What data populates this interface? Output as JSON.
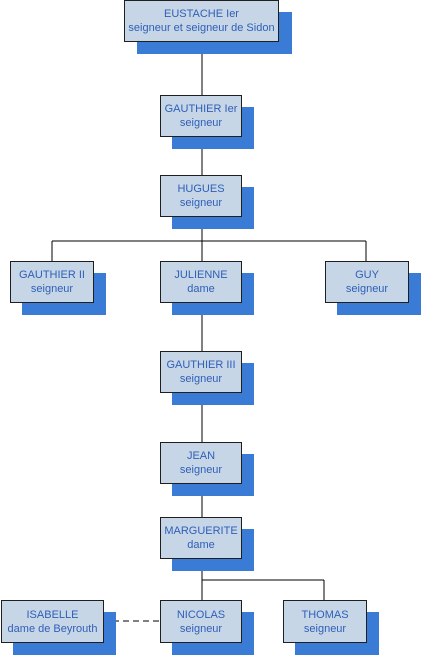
{
  "diagram": {
    "nodes": {
      "eustache": {
        "line1": "EUSTACHE Ier",
        "line2": "seigneur et seigneur de Sidon"
      },
      "gauthier1": {
        "line1": "GAUTHIER Ier",
        "line2": "seigneur"
      },
      "hugues": {
        "line1": "HUGUES",
        "line2": "seigneur"
      },
      "gauthier2": {
        "line1": "GAUTHIER II",
        "line2": "seigneur"
      },
      "julienne": {
        "line1": "JULIENNE",
        "line2": "dame"
      },
      "guy": {
        "line1": "GUY",
        "line2": "seigneur"
      },
      "gauthier3": {
        "line1": "GAUTHIER III",
        "line2": "seigneur"
      },
      "jean": {
        "line1": "JEAN",
        "line2": "seigneur"
      },
      "marguerite": {
        "line1": "MARGUERITE",
        "line2": "dame"
      },
      "isabelle": {
        "line1": "ISABELLE",
        "line2": "dame de Beyrouth"
      },
      "nicolas": {
        "line1": "NICOLAS",
        "line2": "seigneur"
      },
      "thomas": {
        "line1": "THOMAS",
        "line2": "seigneur"
      }
    },
    "colors": {
      "box_fill": "#c7d6e6",
      "shadow": "#3a7bd5",
      "text": "#2e5fb8",
      "line": "#000000"
    }
  }
}
